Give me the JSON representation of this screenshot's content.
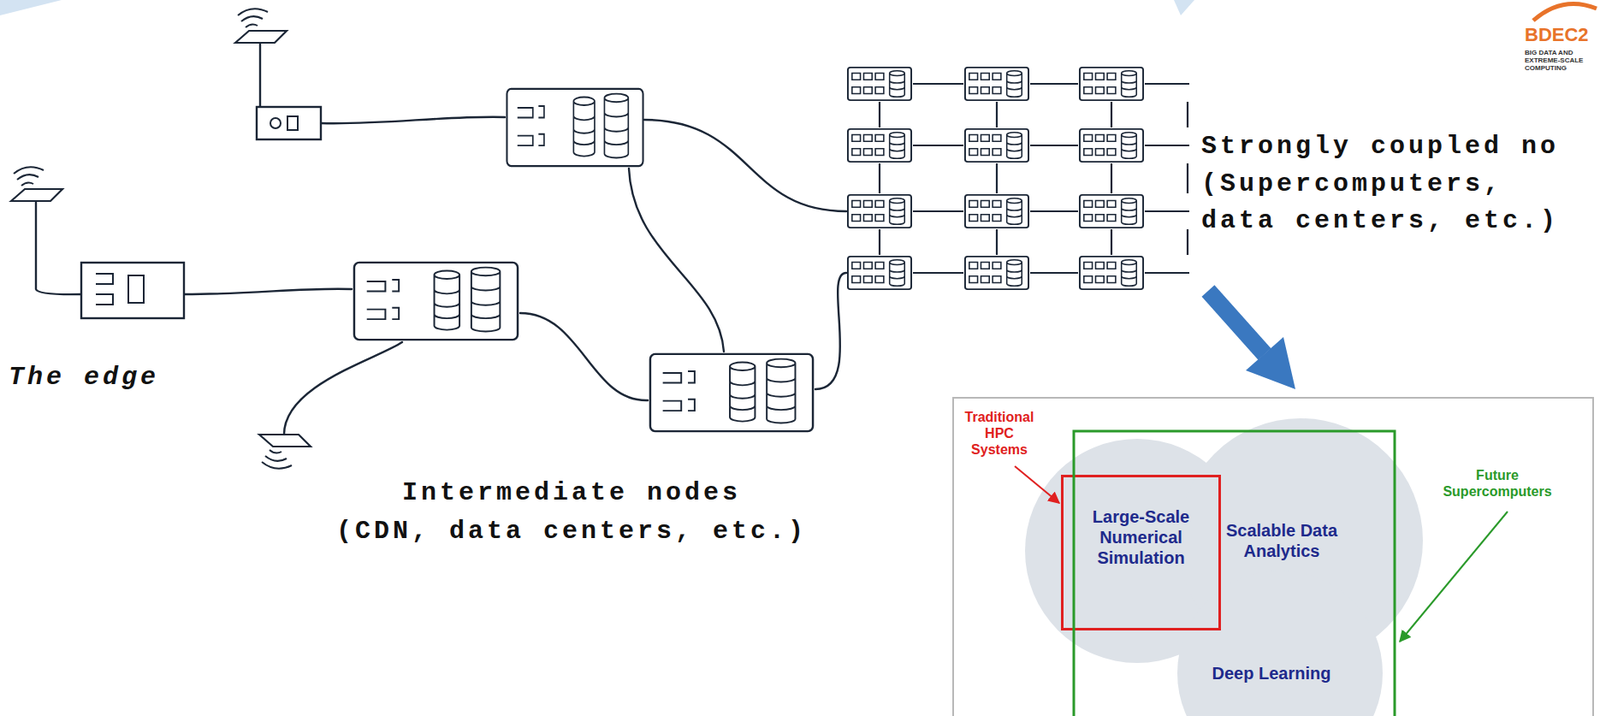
{
  "diagram": {
    "nodes": [
      {
        "text": [
          "Large-Scale Numerical Simulation"
        ]
      },
      {
        "text": [
          "Scalable Data Analytics"
        ]
      },
      {
        "text": [
          "Deep Learning"
        ]
      }
    ],
    "labels": [
      "BDEC2",
      "BIG DATA AND EXTREME-SCALE COMPUTING",
      "Strongly coupled no (Supercomputers, data centers, etc.)",
      "The edge",
      "Intermediate nodes",
      "(CDN, data centers, etc.)",
      "Traditional HPC Systems",
      "Future Supercomputers"
    ]
  }
}
